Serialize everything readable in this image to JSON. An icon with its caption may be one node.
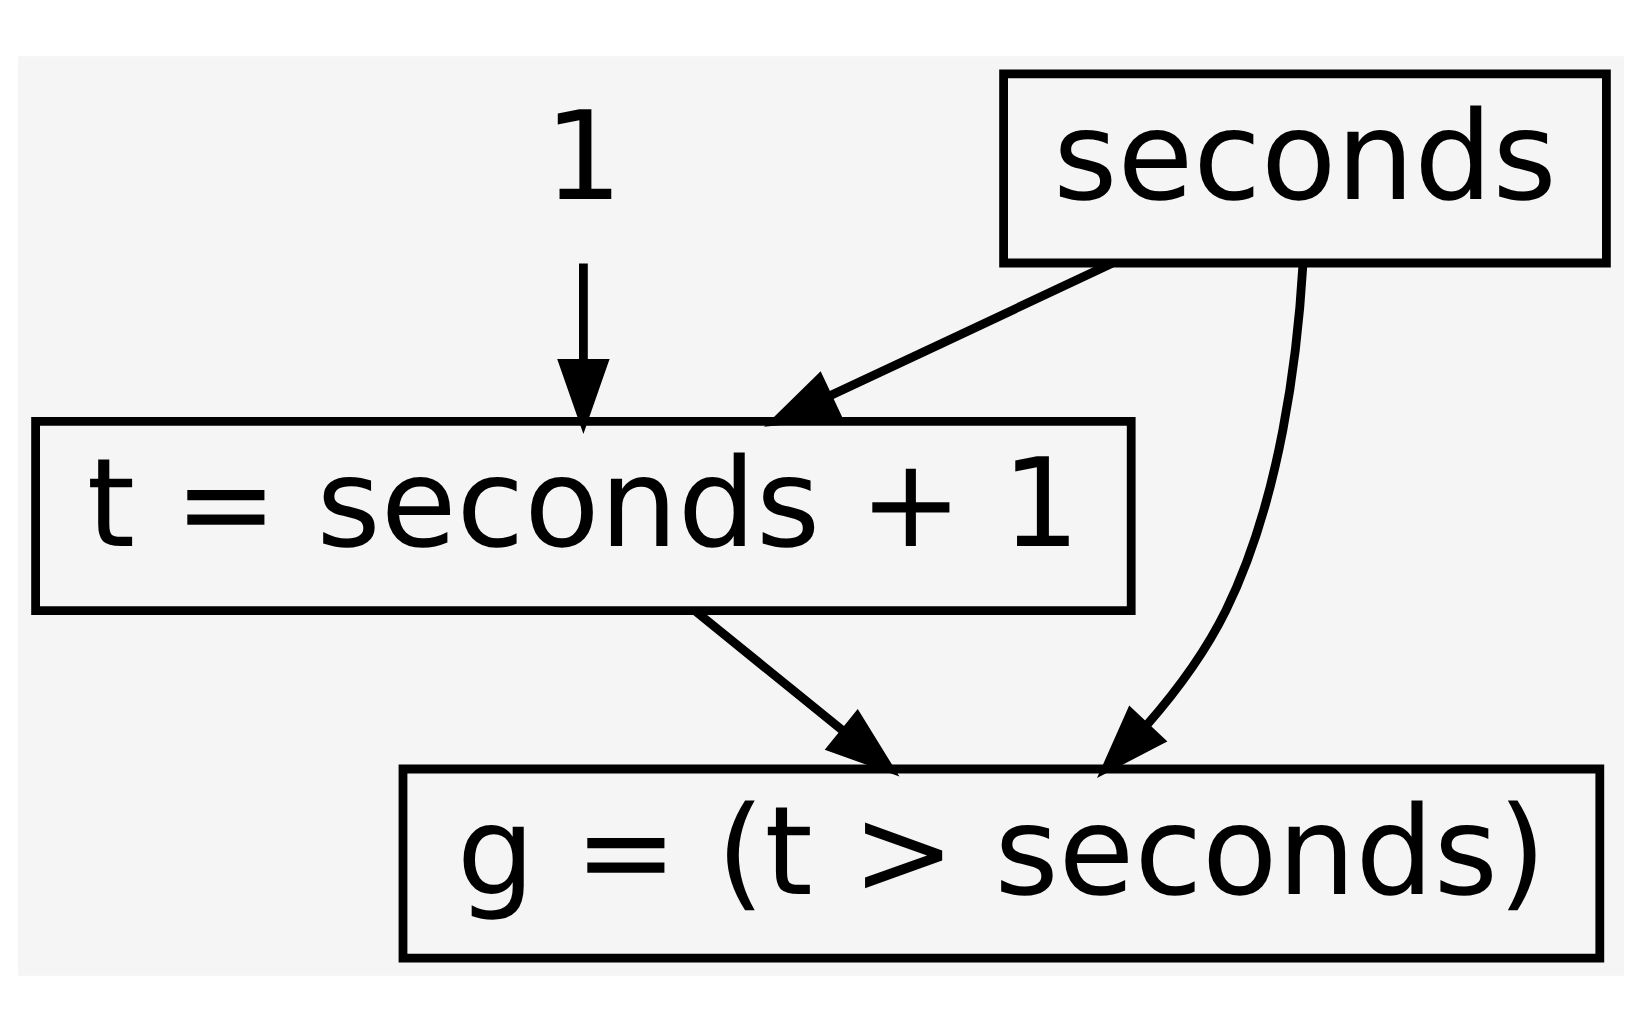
{
  "diagram": {
    "nodes": [
      {
        "text": [
          "seconds"
        ]
      },
      {
        "text": [
          "1"
        ]
      },
      {
        "text": [
          "t = seconds + 1"
        ]
      },
      {
        "text": [
          "g = (t > seconds)"
        ]
      }
    ],
    "edges": [
      {
        "from": 0,
        "to": 3,
        "arrow": "to"
      },
      {
        "from": 0,
        "to": 2,
        "arrow": "to"
      },
      {
        "from": 1,
        "to": 2,
        "arrow": "to"
      },
      {
        "from": 2,
        "to": 3,
        "arrow": "to"
      }
    ]
  }
}
